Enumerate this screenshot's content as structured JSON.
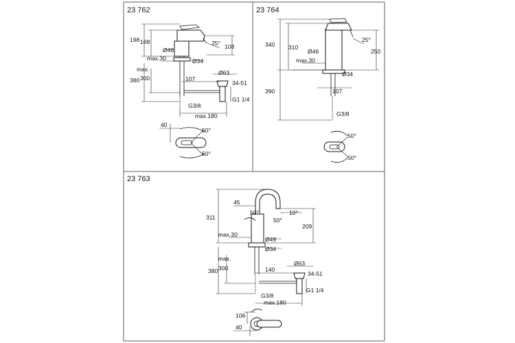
{
  "panels": {
    "p1": {
      "model": "23 762",
      "dims": {
        "h198": "198",
        "h168": "168",
        "ang25": "25°",
        "d46": "Ø46",
        "r108": "108",
        "max30": "max.30",
        "d34": "Ø34",
        "max": "max.",
        "h380": "380",
        "h300": "300",
        "d63": "Ø63",
        "w107": "107",
        "r3451": "34-51",
        "g38": "G3/8",
        "g114": "G1 1/4",
        "max180": "max.180",
        "w40": "40",
        "a50a": "50°",
        "a50b": "50°"
      }
    },
    "p2": {
      "model": "23 764",
      "dims": {
        "h340": "340",
        "h310": "310",
        "ang25": "25°",
        "r250": "250",
        "d46": "Ø46",
        "max30": "max.30",
        "d34": "Ø34",
        "h390": "390",
        "w107": "107",
        "g38": "G3/8",
        "a50a": "50°",
        "a50b": "50°"
      }
    },
    "p3": {
      "model": "23 763",
      "dims": {
        "h311": "311",
        "w45": "45",
        "a50a": "50°",
        "a10": "10°",
        "a50b": "50°",
        "r209": "209",
        "max30": "max.30",
        "d49": "Ø49",
        "d34": "Ø34",
        "max": "max.",
        "h380": "380",
        "h300": "300",
        "d63": "Ø63",
        "w140": "140",
        "r3451": "34-51",
        "g38": "G3/8",
        "g114": "G1 1/4",
        "max180": "max.180",
        "h106": "106",
        "w40": "40"
      }
    }
  }
}
